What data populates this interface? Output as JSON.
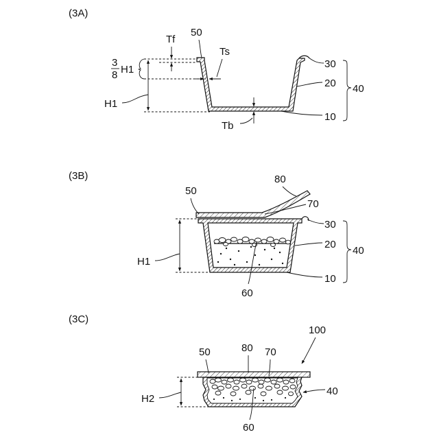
{
  "fig_3a": {
    "title": "(3A)",
    "label_50": "50",
    "label_tf": "Tf",
    "label_ts": "Ts",
    "label_frac_num": "3",
    "label_frac_den": "8",
    "label_frac_h1": "H1",
    "label_h1": "H1",
    "label_tb": "Tb",
    "label_30": "30",
    "label_20": "20",
    "label_10": "10",
    "label_40": "40"
  },
  "fig_3b": {
    "title": "(3B)",
    "label_80": "80",
    "label_50": "50",
    "label_70": "70",
    "label_30": "30",
    "label_20": "20",
    "label_10": "10",
    "label_40": "40",
    "label_h1": "H1",
    "label_60": "60"
  },
  "fig_3c": {
    "title": "(3C)",
    "label_100": "100",
    "label_50": "50",
    "label_80": "80",
    "label_70": "70",
    "label_40": "40",
    "label_h2": "H2",
    "label_60": "60"
  }
}
